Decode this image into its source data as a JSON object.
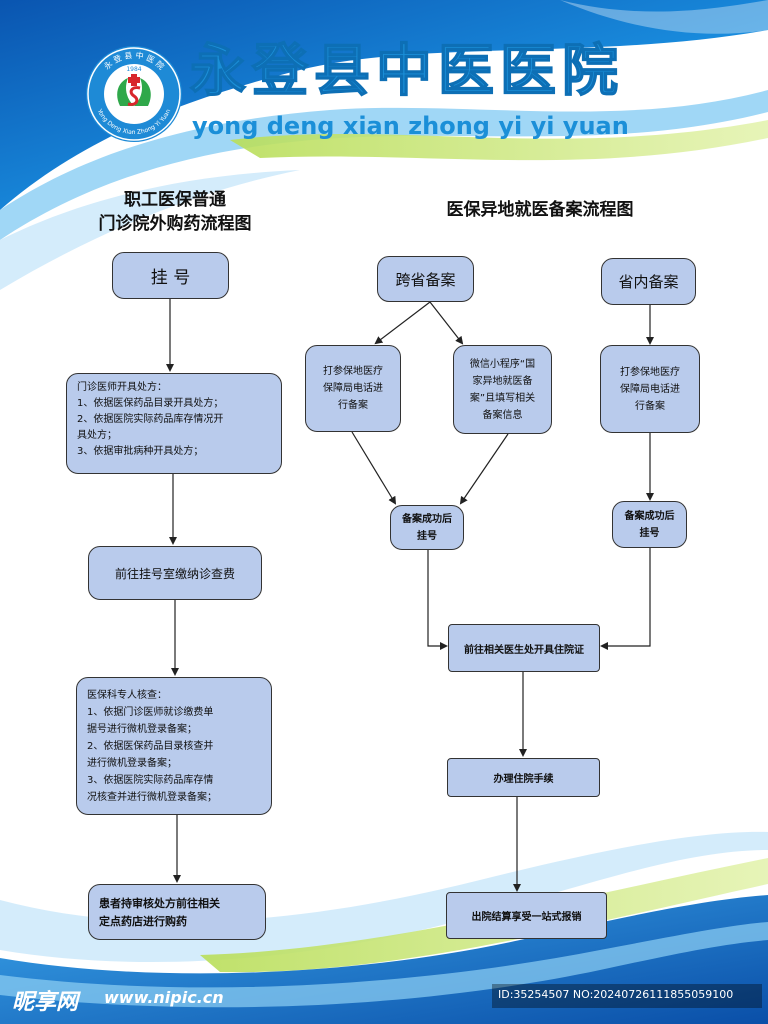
{
  "header": {
    "logo_ring_text": "永 登 县 中 医 院",
    "logo_year": "1984",
    "logo_bottom_text": "Yong Deng Xian Zhong Yi Yuan",
    "title_cn": "永登县中医医院",
    "title_pinyin": "yong deng xian zhong yi yi yuan"
  },
  "left_flow": {
    "title_line1": "职工医保普通",
    "title_line2": "门诊院外购药流程图",
    "step1": "挂 号",
    "step2": [
      "门诊医师开具处方：",
      "1、依据医保药品目录开具处方；",
      "2、依据医院实际药品库存情况开",
      "具处方；",
      "3、依据审批病种开具处方；"
    ],
    "step3": "前往挂号室缴纳诊查费",
    "step4": [
      "医保科专人核查：",
      "1、依据门诊医师就诊缴费单",
      "据号进行微机登录备案；",
      "2、依据医保药品目录核查并",
      "进行微机登录备案；",
      "3、依据医院实际药品库存情",
      "况核查并进行微机登录备案；"
    ],
    "step5": [
      "患者持审核处方前往相关",
      "定点药店进行购药"
    ]
  },
  "right_flow": {
    "title": "医保异地就医备案流程图",
    "cross_province": "跨省备案",
    "in_province": "省内备案",
    "call_a": [
      "打参保地医疗",
      "保障局电话进",
      "行备案"
    ],
    "wechat": [
      "微信小程序“国",
      "家异地就医备",
      "案”且填写相关",
      "备案信息"
    ],
    "call_b": [
      "打参保地医疗",
      "保障局电话进",
      "行备案"
    ],
    "register_a": [
      "备案成功后",
      "挂号"
    ],
    "register_b": [
      "备案成功后",
      "挂号"
    ],
    "certificate": "前往相关医生处开具住院证",
    "admission": "办理住院手续",
    "discharge": "出院结算享受一站式报销"
  },
  "watermark": {
    "brand": "昵享网",
    "url": "www.nipic.cn",
    "id": "ID:35254507 NO:20240726111855059100"
  },
  "colors": {
    "box_fill": "#b9cbec",
    "title_blue": "#1b8fd8",
    "wave_blue": "#1670c8"
  }
}
